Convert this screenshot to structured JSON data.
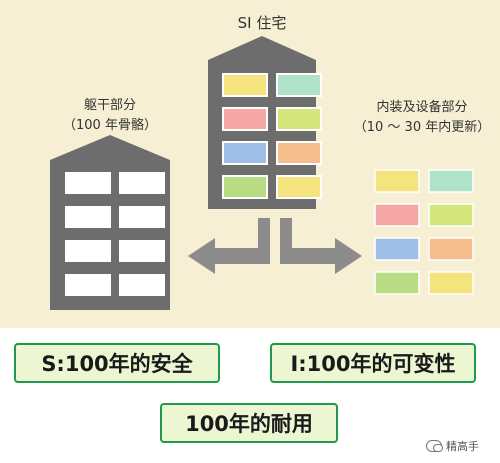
{
  "center": {
    "title": "SI 住宅"
  },
  "left": {
    "title": "躯干部分",
    "subtitle": "（100 年骨骼）"
  },
  "right": {
    "title": "内装及设备部分",
    "subtitle": "（10 ～ 30 年内更新）"
  },
  "pills": {
    "s": "S:100年的安全",
    "i": "I:100年的可变性",
    "durable": "100年的耐用"
  },
  "watermark": {
    "text": "精高手"
  },
  "colors": {
    "background": "#f6efd3",
    "building": "#6d6d6d",
    "arrow": "#8c8c8c",
    "pill_border": "#1f9a4c",
    "pill_fill": "#ecf6d2",
    "room_yellow": "#f4e47e",
    "room_mint": "#aee3c8",
    "room_pink": "#f4a7a6",
    "room_lime": "#d5e77c",
    "room_blue": "#9fc0e6",
    "room_orange": "#f6be8c",
    "room_green": "#b7dc84"
  }
}
